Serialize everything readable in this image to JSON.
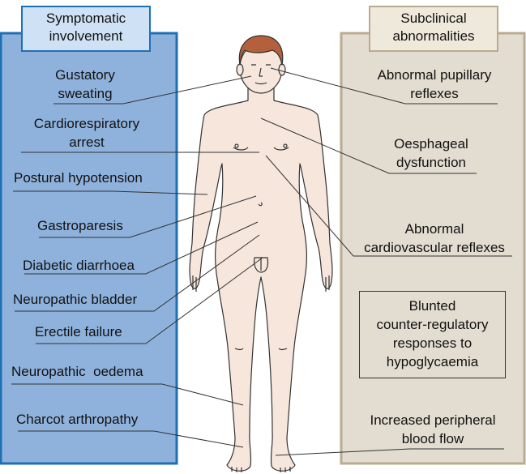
{
  "left_panel": {
    "title_line1": "Symptomatic",
    "title_line2": "involvement",
    "fill": "#8fb2dc",
    "border": "#1f6fb5",
    "items": [
      {
        "line1": "Gustatory",
        "line2": "sweating"
      },
      {
        "line1": "Cardiorespiratory",
        "line2": "arrest"
      },
      {
        "line1": "Postural hypotension"
      },
      {
        "line1": "Gastroparesis"
      },
      {
        "line1": "Diabetic diarrhoea"
      },
      {
        "line1": "Neuropathic bladder"
      },
      {
        "line1": "Erectile failure"
      },
      {
        "line1": "Neuropathic  oedema"
      },
      {
        "line1": "Charcot arthropathy"
      }
    ]
  },
  "right_panel": {
    "title_line1": "Subclinical",
    "title_line2": "abnormalities",
    "fill": "#e3ddd1",
    "border": "#b9ab90",
    "items": [
      {
        "line1": "Abnormal pupillary",
        "line2": "reflexes"
      },
      {
        "line1": "Oesphageal",
        "line2": "dysfunction"
      },
      {
        "line1": "Abnormal",
        "line2": "cardiovascular reflexes"
      },
      {
        "line1": "Blunted",
        "line2": "counter-regulatory",
        "line3": "responses to",
        "line4": "hypoglycaemia"
      },
      {
        "line1": "Increased peripheral",
        "line2": "blood flow"
      }
    ]
  },
  "figure": {
    "skin": "#f6e6dc",
    "hair": "#b4603c",
    "outline": "#333333"
  }
}
